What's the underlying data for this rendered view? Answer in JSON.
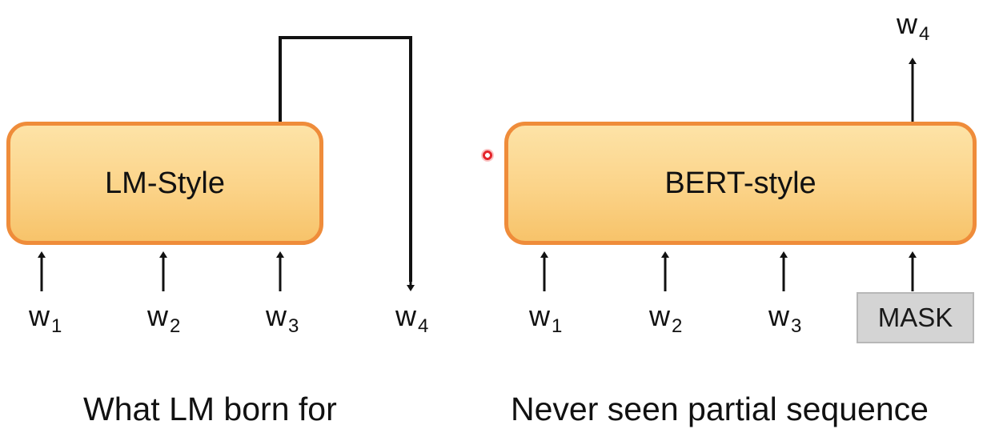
{
  "left_panel": {
    "box_label": "LM-Style",
    "inputs": [
      {
        "base": "w",
        "sub": "1"
      },
      {
        "base": "w",
        "sub": "2"
      },
      {
        "base": "w",
        "sub": "3"
      }
    ],
    "output": {
      "base": "w",
      "sub": "4"
    },
    "caption": "What LM born for"
  },
  "right_panel": {
    "box_label": "BERT-style",
    "inputs": [
      {
        "base": "w",
        "sub": "1"
      },
      {
        "base": "w",
        "sub": "2"
      },
      {
        "base": "w",
        "sub": "3"
      }
    ],
    "mask_label": "MASK",
    "output": {
      "base": "w",
      "sub": "4"
    },
    "caption": "Never seen partial sequence"
  },
  "colors": {
    "box_border": "#ef8c3a",
    "box_fill": "#fbd388",
    "mask_fill": "#d4d4d4",
    "cursor": "#e4252b"
  }
}
